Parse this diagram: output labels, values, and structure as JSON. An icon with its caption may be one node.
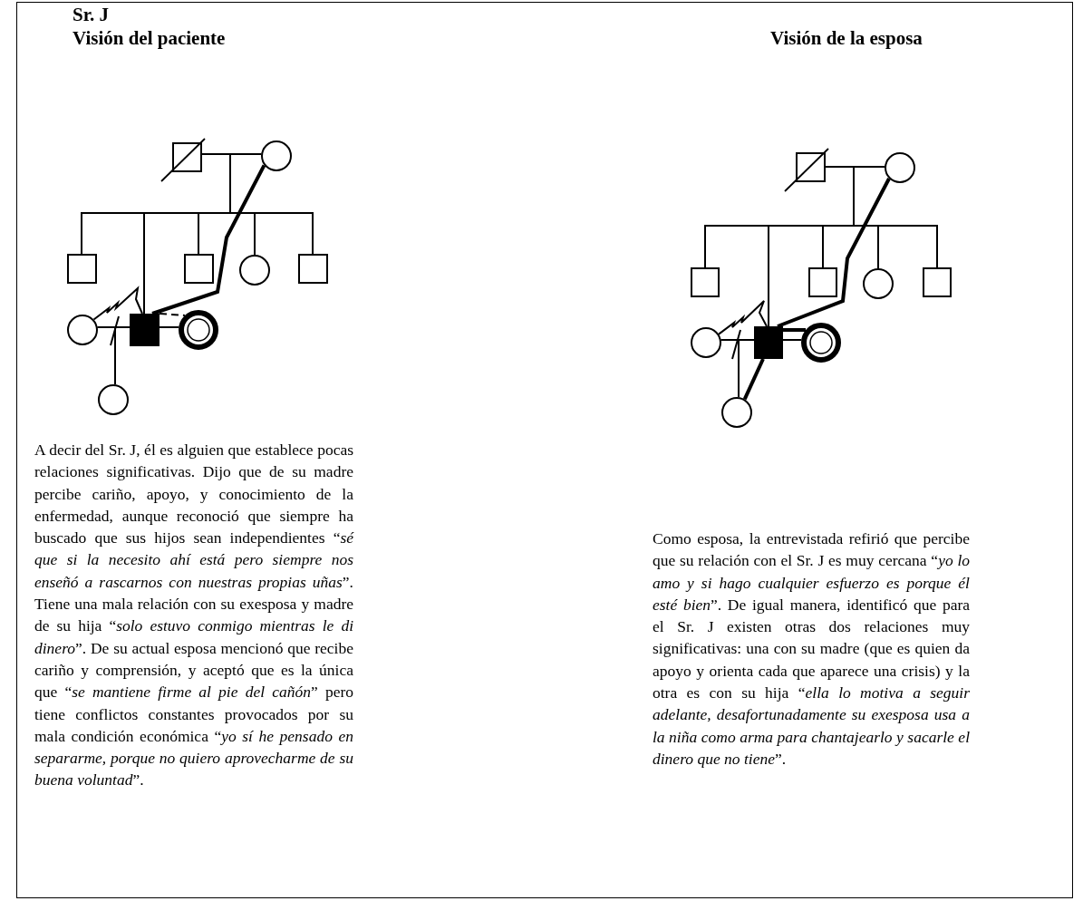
{
  "diagram": {
    "title": "Sr. J",
    "nodes": [
      {
        "text": [],
        "shape": "box"
      },
      {
        "text": [],
        "shape": "circle"
      },
      {
        "text": [],
        "shape": "box"
      },
      {
        "text": [],
        "shape": "box"
      },
      {
        "text": [],
        "shape": "circle"
      },
      {
        "text": [],
        "shape": "box"
      },
      {
        "text": [],
        "shape": "circle"
      },
      {
        "text": [],
        "shape": "box"
      },
      {
        "text": [],
        "shape": "circle"
      },
      {
        "text": [],
        "shape": "circle"
      },
      {
        "text": [],
        "shape": "box"
      },
      {
        "text": [],
        "shape": "circle"
      },
      {
        "text": [],
        "shape": "box"
      },
      {
        "text": [],
        "shape": "box"
      },
      {
        "text": [],
        "shape": "circle"
      },
      {
        "text": [],
        "shape": "box"
      },
      {
        "text": [],
        "shape": "circle"
      },
      {
        "text": [],
        "shape": "box"
      },
      {
        "text": [],
        "shape": "circle"
      },
      {
        "text": [],
        "shape": "circle"
      }
    ],
    "edges": [
      {
        "from": 0,
        "to": 1,
        "arrow": "none"
      },
      {
        "from": 0,
        "to": 2,
        "arrow": "none"
      },
      {
        "from": 0,
        "to": 7,
        "arrow": "none"
      },
      {
        "from": 0,
        "to": 3,
        "arrow": "none"
      },
      {
        "from": 0,
        "to": 4,
        "arrow": "none"
      },
      {
        "from": 0,
        "to": 5,
        "arrow": "none"
      },
      {
        "from": 6,
        "to": 7,
        "arrow": "none"
      },
      {
        "from": 6,
        "to": 9,
        "arrow": "none"
      },
      {
        "from": 6,
        "to": 7,
        "arrow": "none"
      },
      {
        "from": 7,
        "to": 8,
        "arrow": "none"
      },
      {
        "from": 7,
        "to": 8,
        "arrow": "none",
        "style": "dashed"
      },
      {
        "from": 1,
        "to": 7,
        "arrow": "none",
        "style": "thick"
      },
      {
        "from": 10,
        "to": 11,
        "arrow": "none"
      },
      {
        "from": 10,
        "to": 12,
        "arrow": "none"
      },
      {
        "from": 10,
        "to": 17,
        "arrow": "none"
      },
      {
        "from": 10,
        "to": 13,
        "arrow": "none"
      },
      {
        "from": 10,
        "to": 14,
        "arrow": "none"
      },
      {
        "from": 10,
        "to": 15,
        "arrow": "none"
      },
      {
        "from": 16,
        "to": 17,
        "arrow": "none"
      },
      {
        "from": 16,
        "to": 19,
        "arrow": "none"
      },
      {
        "from": 16,
        "to": 17,
        "arrow": "none"
      },
      {
        "from": 17,
        "to": 18,
        "arrow": "none"
      },
      {
        "from": 17,
        "to": 18,
        "arrow": "none",
        "style": "thick"
      },
      {
        "from": 11,
        "to": 17,
        "arrow": "none",
        "style": "thick"
      },
      {
        "from": 17,
        "to": 19,
        "arrow": "none",
        "style": "thick"
      }
    ],
    "labels": [
      "Visión del paciente",
      "Visión de la esposa",
      "A decir del Sr. J, él es alguien que establece pocas relaciones significativas. Dijo que de su madre percibe cariño, apoyo, y conocimiento de la enfermedad, aunque reconoció que siempre ha buscado que sus hijos sean independientes “*sé que si la necesito ahí está pero siempre nos enseñó a rascarnos con nuestras propias uñas*”.  Tiene una mala relación con su exesposa y madre de su hija “*solo estuvo conmigo mientras le di dinero*”. De su actual esposa mencionó que recibe cariño y comprensión, y aceptó que es la única que “*se mantiene firme al pie del cañón*” pero tiene conflictos constantes provocados por su mala condición económica “*yo sí he pensado en separarme, porque no quiero aprovecharme de su buena voluntad*”.",
      "Como esposa, la entrevistada refirió que percibe que su relación con el Sr. J es muy cercana “*yo lo amo y si hago cualquier esfuerzo es porque él esté bien*”. De igual manera, identificó que para el Sr. J existen otras dos relaciones muy significativas: una con su madre (que es quien da apoyo y orienta cada que aparece una crisis) y la otra es con su hija “*ella lo motiva a seguir adelante, desafortunadamente su exesposa usa a la niña como arma para chantajearlo y sacarle el dinero que no tiene*”."
    ]
  }
}
